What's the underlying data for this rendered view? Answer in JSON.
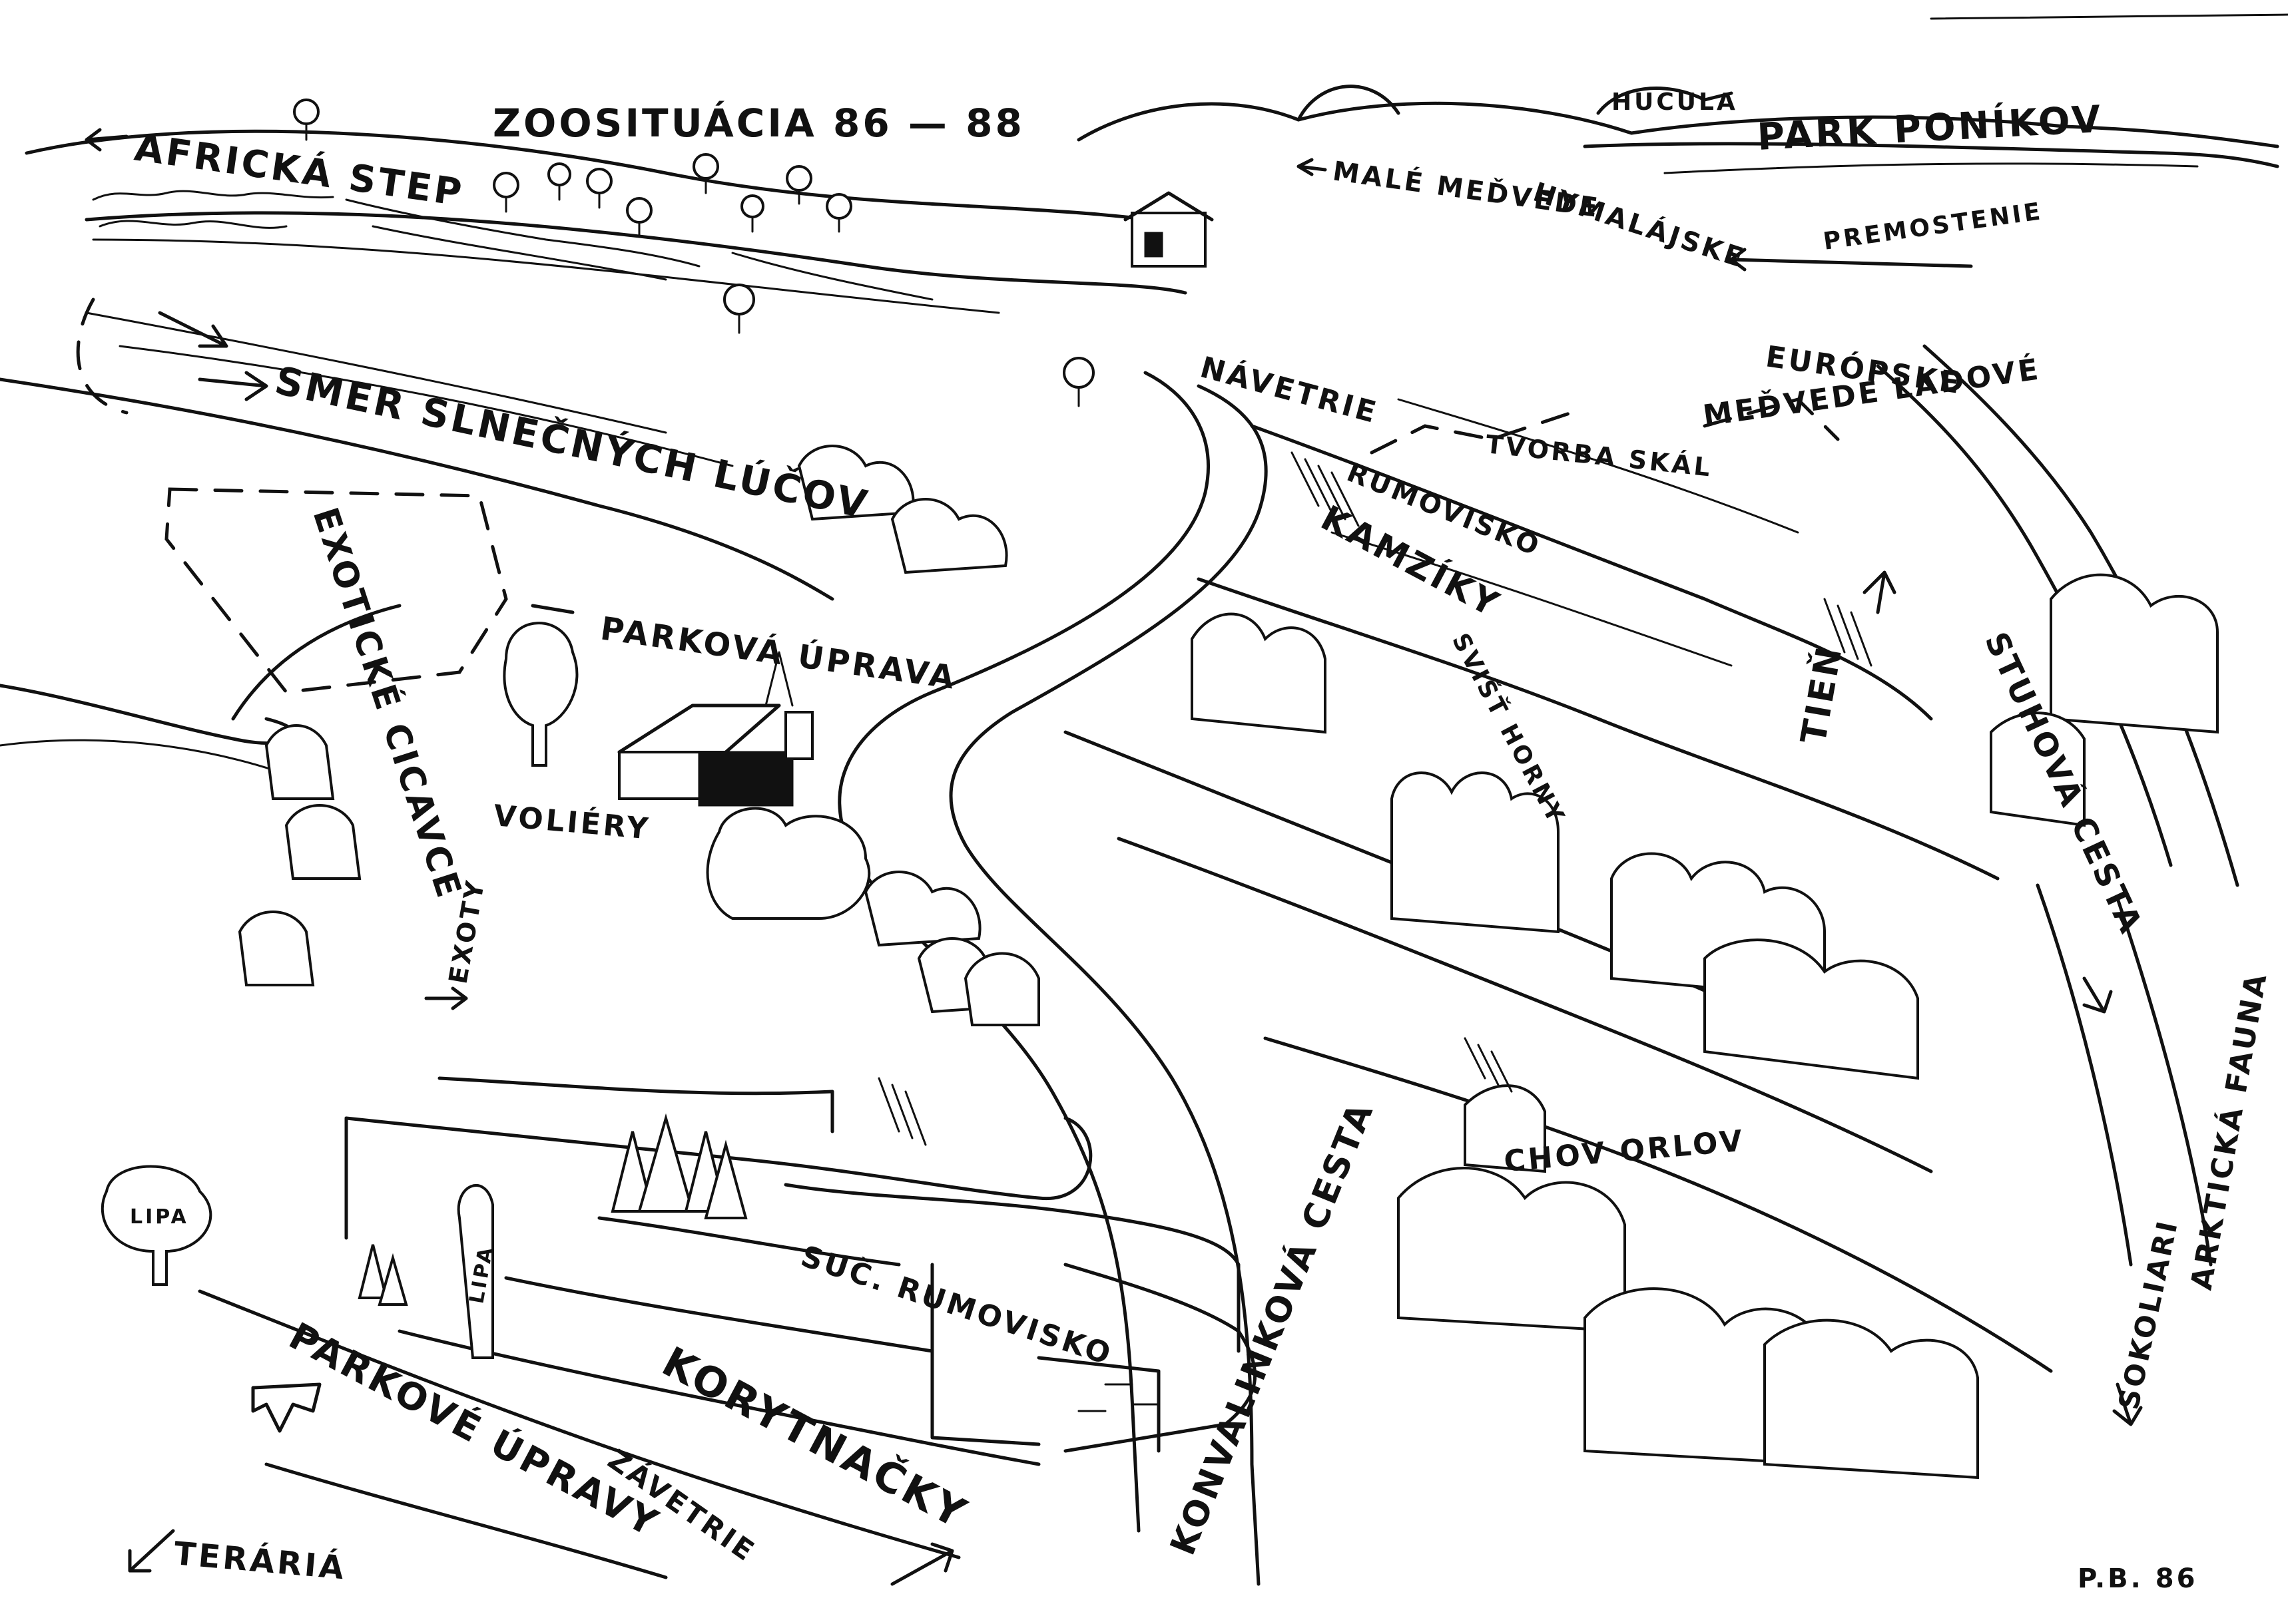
{
  "title": "ZOOSITUÁCIA 86 — 88",
  "signature": "P.B. 86",
  "labels": {
    "africka_step": "AFRICKÁ STEP",
    "hucula": "HUCULA",
    "park_ponikov": "PARK PONÍKOV",
    "male_medvede": "MALÉ MEĎVEDE",
    "hymalajske": "HYMALÁJSKE",
    "premostenie": "PREMOSTENIE",
    "europske": "EURÓPSKE",
    "smer_lucov": "SMER SLNEČNÝCH LÚČOV",
    "navetrie": "NÁVETRIE",
    "tvorba_skal": "TVORBA SKÁL",
    "medvede_ladove": "MEĎVEDE ĽADOVÉ",
    "exoticke_cicavce": "EXOTICKÉ CICAVCE",
    "rumovisko": "RUMOVISKO",
    "kamziky": "KAMZÍKY",
    "svistohorny": "SVIŠŤ HORNY",
    "tien": "TIEŇ",
    "parkova_uprava": "PARKOVÁ ÚPRAVA",
    "stuhova_cesta": "STUHOVÁ CESTA",
    "voliery": "VOLIÉRY",
    "exoty": "EXOTY",
    "chov_orlov": "CHOV ORLOV",
    "arkticka_fauna": "ARKTICKÁ FAUNA",
    "lipa_left": "LIPA",
    "lipa_tree": "LIPA",
    "sus_rumovisko": "SUČ. RUMOVISKO",
    "konvalinkova_cesta": "KONVALINKOVÁ CESTA",
    "sokoliari": "SOKOLIARI",
    "parkove_upravy": "PARKOVÉ ÚPRAVY",
    "korytnacky": "KORYTNAČKY",
    "zavetrie": "ZÁVETRIE",
    "terraria": "TERÁRIÁ"
  }
}
